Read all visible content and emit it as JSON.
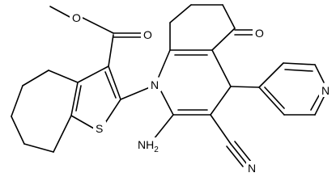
{
  "molecule": {
    "atom_labels": {
      "carbonyl_o_ester": "O",
      "methoxy_o": "O",
      "sulfur": "S",
      "ring_n": "N",
      "ketone_o": "O",
      "pyridine_n": "N",
      "amino_n": "NH",
      "amino_h_count": "2",
      "nitrile_n": "N"
    }
  }
}
